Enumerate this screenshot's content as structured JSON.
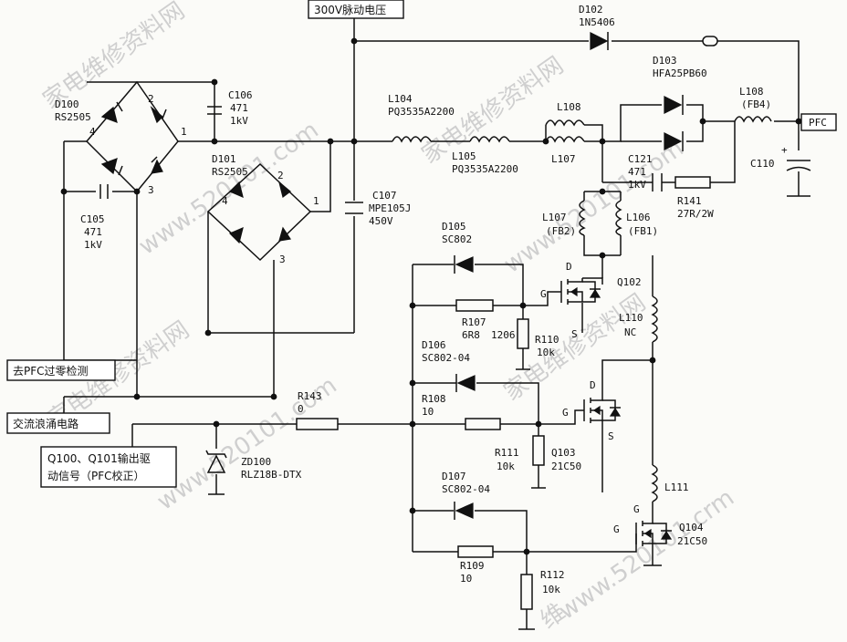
{
  "watermarks": [
    "家电维修资料网",
    "www.520101.com",
    "家电维修资料网",
    "www.520101.com",
    "家电维修资料网",
    "www.520101.com",
    "家电维修资料网",
    "www.520101.crm",
    "维"
  ],
  "boxes": {
    "top_voltage": "300V脉动电压",
    "pfc_zero_detect": "去PFC过零检测",
    "ac_inrush": "交流浪涌电路",
    "drive_signal_line1": "Q100、Q101输出驱",
    "drive_signal_line2": "动信号（PFC校正）",
    "pfc_out": "PFC"
  },
  "components": {
    "D102": {
      "ref": "D102",
      "value": "1N5406"
    },
    "D103": {
      "ref": "D103",
      "value": "HFA25PB60"
    },
    "L108a": {
      "ref": "L108",
      "value": "(FB4)"
    },
    "L108b": {
      "ref": "L108"
    },
    "L104": {
      "ref": "L104",
      "value": "PQ3535A2200"
    },
    "L105": {
      "ref": "L105",
      "value": "PQ3535A2200"
    },
    "L107a": {
      "ref": "L107"
    },
    "L107b": {
      "ref": "L107",
      "value": "(FB2)"
    },
    "L106": {
      "ref": "L106",
      "value": "(FB1)"
    },
    "C110": {
      "ref": "C110"
    },
    "C121": {
      "ref": "C121",
      "value": "471",
      "value2": "1kV"
    },
    "R141": {
      "ref": "R141",
      "value": "27R/2W"
    },
    "D100": {
      "ref": "D100",
      "value": "RS2505"
    },
    "D101": {
      "ref": "D101",
      "value": "RS2505"
    },
    "C106": {
      "ref": "C106",
      "value": "471",
      "value2": "1kV"
    },
    "C105": {
      "ref": "C105",
      "value": "471",
      "value2": "1kV"
    },
    "C107": {
      "ref": "C107",
      "value": "MPE105J",
      "value2": "450V"
    },
    "D105": {
      "ref": "D105",
      "value": "SC802"
    },
    "R107": {
      "ref": "R107",
      "value": "6R8"
    },
    "R110": {
      "ref": "R110",
      "value": "10k",
      "extra": "1206"
    },
    "Q102": {
      "ref": "Q102"
    },
    "L110": {
      "ref": "L110",
      "value": "NC"
    },
    "D106": {
      "ref": "D106",
      "value": "SC802-04"
    },
    "R108": {
      "ref": "R108",
      "value": "10"
    },
    "R111": {
      "ref": "R111",
      "value": "10k"
    },
    "Q103": {
      "ref": "Q103",
      "value": "21C50"
    },
    "R143": {
      "ref": "R143",
      "value": "0"
    },
    "ZD100": {
      "ref": "ZD100",
      "value": "RLZ18B-DTX"
    },
    "D107": {
      "ref": "D107",
      "value": "SC802-04"
    },
    "R109": {
      "ref": "R109",
      "value": "10"
    },
    "R112": {
      "ref": "R112",
      "value": "10k"
    },
    "L111": {
      "ref": "L111"
    },
    "Q104": {
      "ref": "Q104",
      "value": "21C50"
    }
  },
  "pins": {
    "p1": "1",
    "p2": "2",
    "p3": "3",
    "p4": "4",
    "d": "D",
    "g": "G",
    "s": "S",
    "plus": "+"
  }
}
